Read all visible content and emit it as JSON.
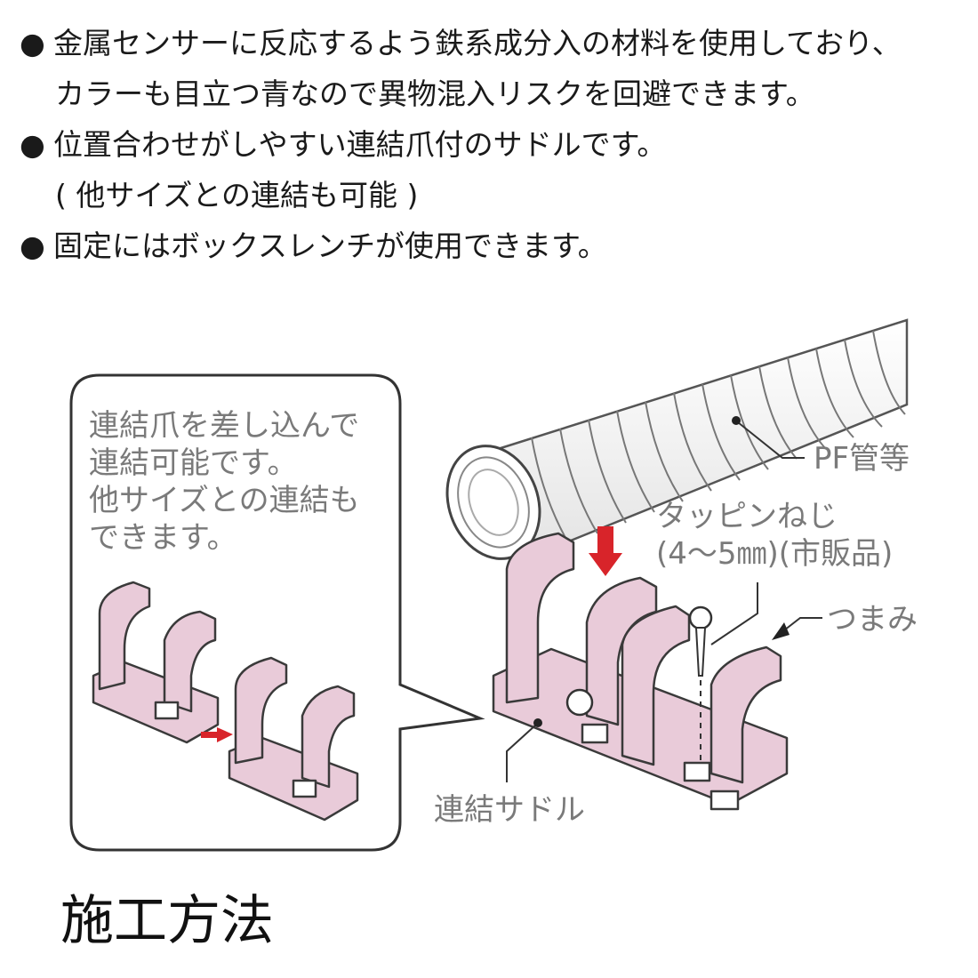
{
  "features": [
    {
      "bullet": "●",
      "text": "金属センサーに反応するよう鉄系成分入の材料を使用しており、"
    },
    {
      "bullet": "",
      "text": "カラーも目立つ青なので異物混入リスクを回避できます。"
    },
    {
      "bullet": "●",
      "text": "位置合わせがしやすい連結爪付のサドルです。"
    },
    {
      "bullet": "",
      "text": "( 他サイズとの連結も可能 )"
    },
    {
      "bullet": "●",
      "text": "固定にはボックスレンチが使用できます。"
    }
  ],
  "callout": {
    "lines": [
      "連結爪を差し込んで",
      "連結可能です。",
      "他サイズとの連結も",
      "できます。"
    ]
  },
  "labels": {
    "pipe": "PF管等",
    "screw_line1": "タッピンねじ",
    "screw_line2": "(4〜5㎜)(市販品)",
    "knob": "つまみ",
    "saddle": "連結サドル"
  },
  "title": "施工方法",
  "colors": {
    "saddle_fill": "#e9cbd9",
    "arrow_red": "#d8242a",
    "outline": "#3a3a3a",
    "label_gray": "#7a7a7a"
  }
}
